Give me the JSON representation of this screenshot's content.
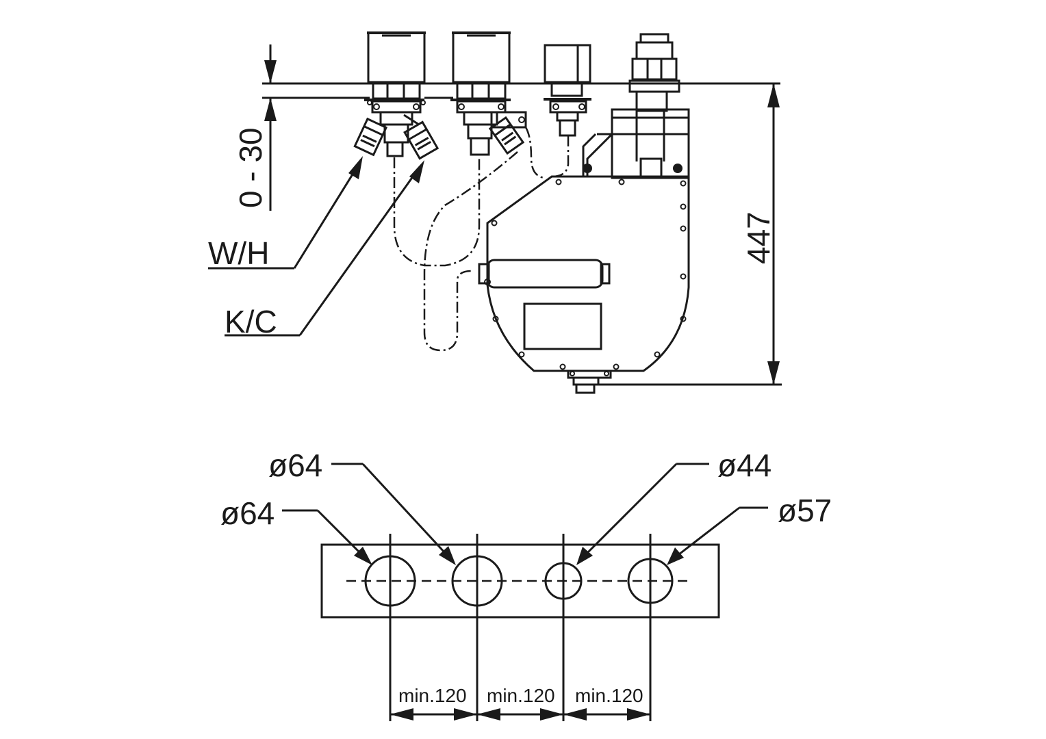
{
  "labels": {
    "depth_range": "0 - 30",
    "warm_hot": "W/H",
    "cold": "K/C",
    "height": "447",
    "hole_1": "ø64",
    "hole_2": "ø64",
    "hole_3": "ø44",
    "hole_4": "ø57",
    "spacing_1": "min.120",
    "spacing_2": "min.120",
    "spacing_3": "min.120"
  }
}
